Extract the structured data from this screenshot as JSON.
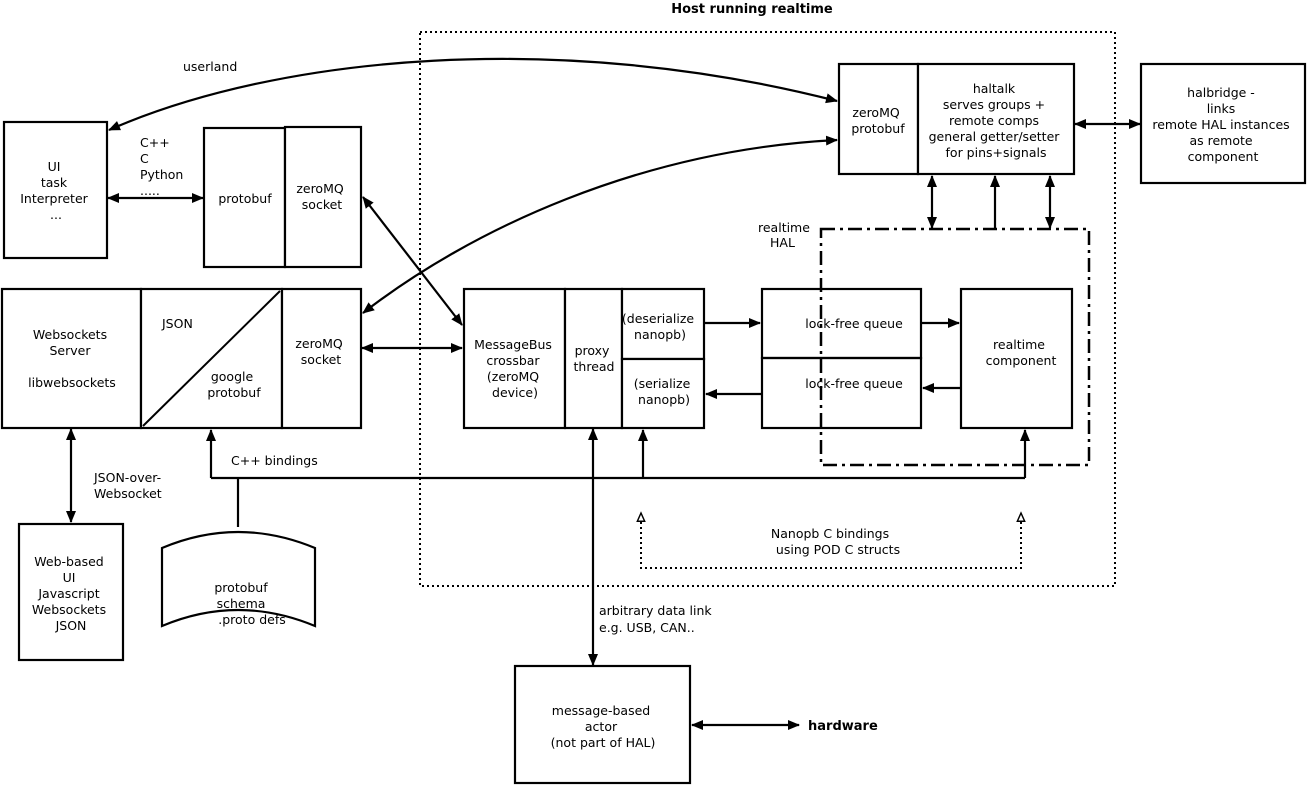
{
  "host_title": "Host running realtime",
  "realtime_hal_label": [
    "realtime",
    "HAL"
  ],
  "userland_label": "userland",
  "ui_box": [
    "UI",
    "task",
    "Interpreter",
    "..."
  ],
  "languages": [
    "C++",
    "C",
    "Python",
    "....."
  ],
  "protobuf_box": [
    "protobuf"
  ],
  "zeromq_socket_top": [
    "zeroMQ",
    "socket"
  ],
  "websockets_box": [
    "Websockets",
    "Server",
    "",
    "libwebsockets"
  ],
  "json_label": "JSON",
  "google_protobuf": [
    "google",
    "protobuf"
  ],
  "zeromq_socket_mid": [
    "zeroMQ",
    "socket"
  ],
  "messagebus_box": [
    "MessageBus",
    "crossbar",
    "(zeroMQ",
    "device)"
  ],
  "proxy_box": [
    "proxy",
    "thread"
  ],
  "deserialize_box": [
    "(deserialize",
    "nanopb)"
  ],
  "serialize_box": [
    "(serialize",
    "nanopb)"
  ],
  "queue_top": "lock-free queue",
  "queue_bottom": "lock-free queue",
  "realtime_component": [
    "realtime",
    "component"
  ],
  "zeromq_protobuf": [
    "zeroMQ",
    "protobuf"
  ],
  "haltalk_box": [
    "haltalk",
    "serves groups +",
    "remote comps",
    "general getter/setter",
    "for pins+signals"
  ],
  "halbridge_box": [
    "halbridge -",
    "links",
    "remote HAL instances",
    "as remote",
    "component"
  ],
  "cpp_bindings": "C++ bindings",
  "json_over_websocket": [
    "JSON-over-",
    "Websocket"
  ],
  "webui_box": [
    "Web-based",
    "UI",
    "Javascript",
    "Websockets",
    "JSON"
  ],
  "schema_box": [
    "protobuf",
    "schema",
    ".proto defs"
  ],
  "nanopb_bindings": [
    "Nanopb C bindings",
    "using POD C structs"
  ],
  "data_link": [
    "arbitrary data link",
    "e.g. USB, CAN.."
  ],
  "actor_box": [
    "message-based",
    "actor",
    "(not part of HAL)"
  ],
  "hardware_label": "hardware"
}
